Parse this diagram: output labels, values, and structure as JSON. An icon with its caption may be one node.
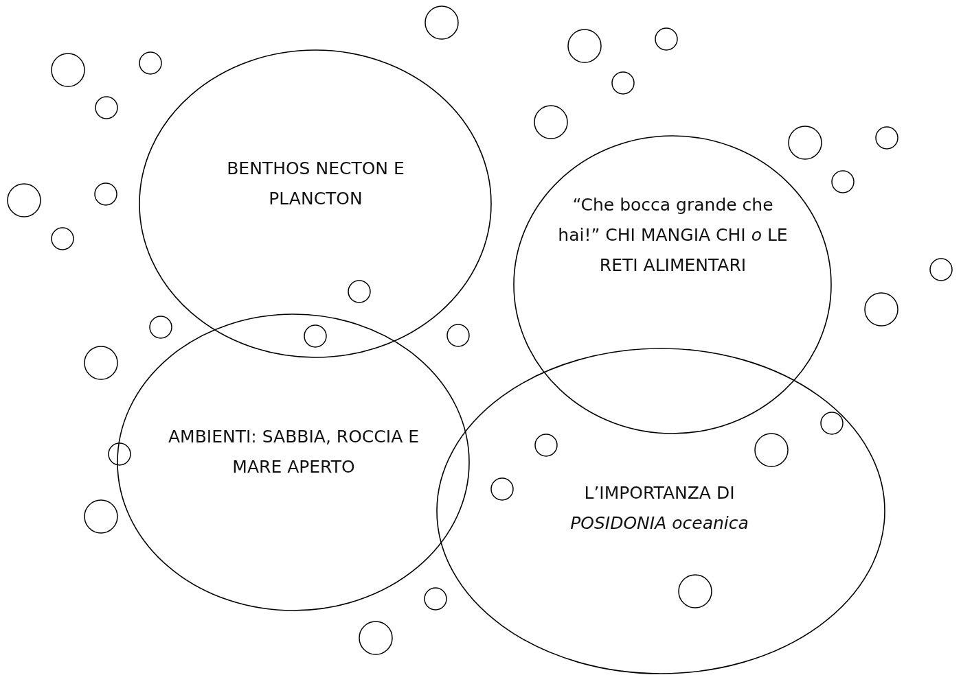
{
  "diagram": {
    "nodes": [
      {
        "text": [
          "BENTHOS NECTON E PLANCTON"
        ]
      },
      {
        "text": [
          "AMBIENTI: SABBIA, ROCCIA E MARE APERTO"
        ]
      },
      {
        "text": [
          "“Che bocca grande che hai!” CHI MANGIA CHI *o* LE RETI ALIMENTARI"
        ]
      },
      {
        "text": [
          "L’IMPORTANZA DI *POSIDONIA oceanica*"
        ]
      }
    ],
    "edges": []
  }
}
